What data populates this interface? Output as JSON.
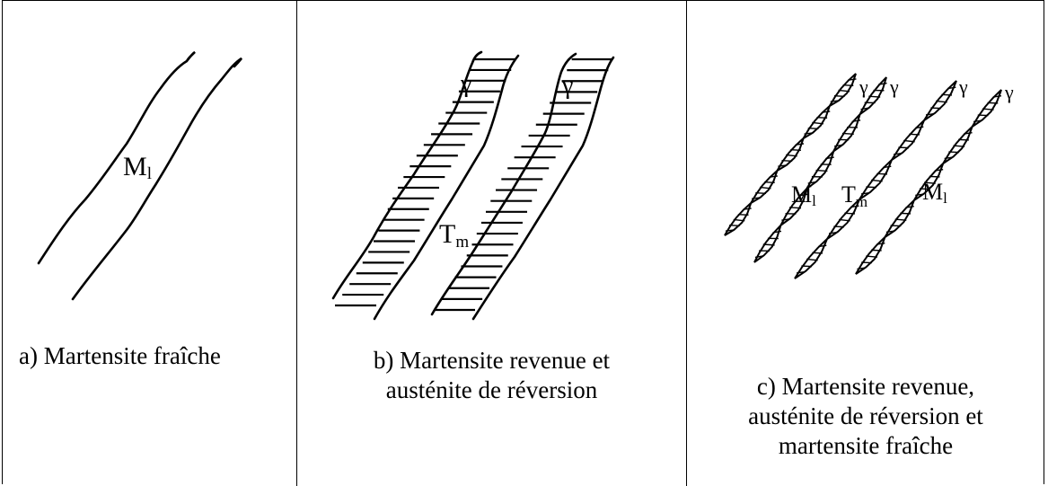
{
  "panels": {
    "a": {
      "caption": "a) Martensite fraîche",
      "labels": {
        "m": "M",
        "m_sub": "l"
      }
    },
    "b": {
      "caption_line1": "b) Martensite revenue et",
      "caption_line2": "austénite de réversion",
      "labels": {
        "gamma1": "γ",
        "gamma2": "γ",
        "t": "T",
        "t_sub": "m"
      }
    },
    "c": {
      "caption_line1": "c) Martensite revenue,",
      "caption_line2": "austénite de réversion et",
      "caption_line3": "martensite fraîche",
      "labels": {
        "gamma1": "γ",
        "gamma2": "γ",
        "gamma3": "γ",
        "gamma4": "γ",
        "m1": "M",
        "m1_sub": "l",
        "t": "T",
        "t_sub": "m",
        "m2": "M",
        "m2_sub": "l"
      }
    }
  }
}
